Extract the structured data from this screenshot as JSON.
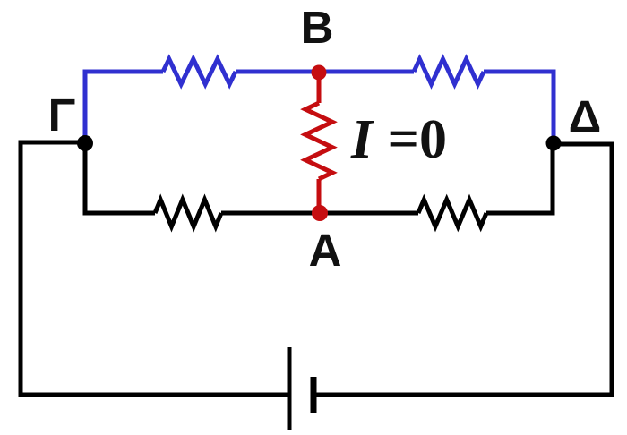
{
  "diagram": {
    "type": "circuit",
    "description": "Wheatstone bridge: two blue resistors on the top branch (Γ–B–Δ), two black resistors on the bottom branch (Γ–A–Δ), a red bridge resistor between B and A carrying zero current, powered by a battery connected across Γ and Δ",
    "background": "#ffffff",
    "colors": {
      "black": "#000000",
      "blue": "#3030d0",
      "red": "#c50d10"
    },
    "nodes": {
      "gamma": {
        "label": "Γ",
        "dot_color": "#000000"
      },
      "b": {
        "label": "B",
        "dot_color": "#c50d10"
      },
      "delta": {
        "label": "Δ",
        "dot_color": "#000000"
      },
      "a": {
        "label": "A",
        "dot_color": "#c50d10"
      }
    },
    "annotation": {
      "symbol": "I",
      "value": "=0"
    }
  }
}
